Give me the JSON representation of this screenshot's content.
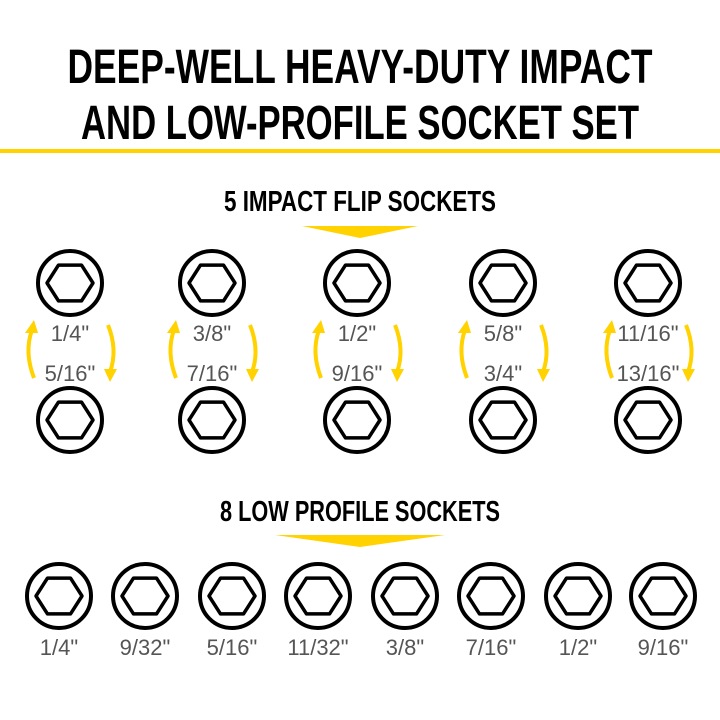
{
  "title": {
    "line1": "DEEP-WELL HEAVY-DUTY IMPACT",
    "line2": "AND LOW-PROFILE SOCKET SET"
  },
  "colors": {
    "accent": "#FFD200",
    "outline": "#000000",
    "label": "#555555"
  },
  "flip_section": {
    "heading": "5 IMPACT FLIP SOCKETS",
    "sockets": [
      {
        "top": "1/4\"",
        "bottom": "5/16\""
      },
      {
        "top": "3/8\"",
        "bottom": "7/16\""
      },
      {
        "top": "1/2\"",
        "bottom": "9/16\""
      },
      {
        "top": "5/8\"",
        "bottom": "3/4\""
      },
      {
        "top": "11/16\"",
        "bottom": "13/16\""
      }
    ]
  },
  "low_profile_section": {
    "heading": "8 LOW PROFILE SOCKETS",
    "sockets": [
      "1/4\"",
      "9/32\"",
      "5/16\"",
      "11/32\"",
      "3/8\"",
      "7/16\"",
      "1/2\"",
      "9/16\""
    ]
  },
  "icons": {
    "socket": "hex-socket-icon",
    "flip": "curved-flip-arrows-icon",
    "pointer": "down-triangle-icon"
  }
}
